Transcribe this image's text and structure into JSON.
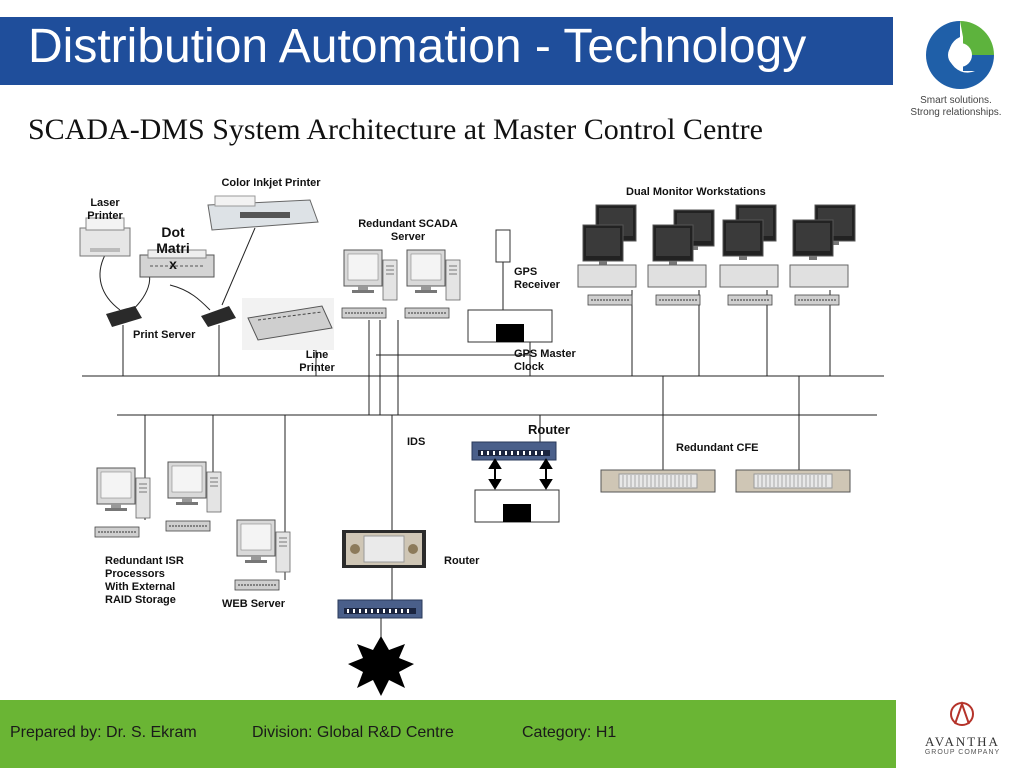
{
  "header": {
    "title": "Distribution Automation - Technology",
    "subtitle": "SCADA-DMS System Architecture at Master Control Centre"
  },
  "logo": {
    "tagline_line1": "Smart solutions.",
    "tagline_line2": "Strong relationships.",
    "icon": "cg-logo-icon"
  },
  "footer": {
    "prepared_by": "Prepared by: Dr. S. Ekram",
    "division": "Division: Global R&D Centre",
    "category": "Category: H1",
    "brand": "AVANTHA",
    "brand_sub": "GROUP COMPANY"
  },
  "labels": {
    "color_inkjet_printer": "Color Inkjet Printer",
    "laser_printer": "Laser\nPrinter",
    "dot_matrix": "Dot\nMatri\nx",
    "print_server": "Print Server",
    "line_printer": "Line\nPrinter",
    "redundant_scada_server": "Redundant SCADA\nServer",
    "gps_receiver": "GPS\nReceiver",
    "gps_master_clock": "GPS Master\nClock",
    "dual_monitor_workstations": "Dual Monitor Workstations",
    "router_top": "Router",
    "ids": "IDS",
    "redundant_cfe": "Redundant CFE",
    "redundant_isr": "Redundant ISR\nProcessors\nWith External\nRAID Storage",
    "web_server": "WEB Server",
    "router_bottom": "Router"
  },
  "colors": {
    "title_bar": "#1f4e9b",
    "footer_bar": "#6ab534",
    "logo_blue": "#1f5fa8",
    "logo_green": "#5db33d"
  }
}
